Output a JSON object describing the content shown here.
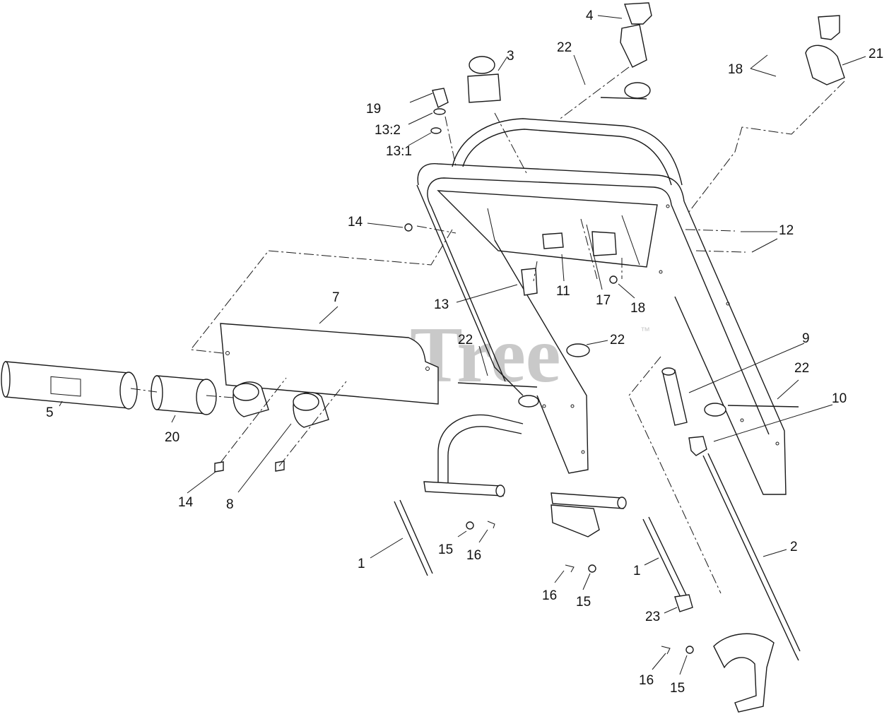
{
  "watermark": {
    "text": "PartsTree",
    "trademark": "™"
  },
  "callouts": [
    {
      "id": "c1",
      "text": "1"
    },
    {
      "id": "c2",
      "text": "1"
    },
    {
      "id": "c3",
      "text": "2"
    },
    {
      "id": "c4",
      "text": "3"
    },
    {
      "id": "c5",
      "text": "4"
    },
    {
      "id": "c6",
      "text": "5"
    },
    {
      "id": "c7",
      "text": "7"
    },
    {
      "id": "c8",
      "text": "8"
    },
    {
      "id": "c9",
      "text": "9"
    },
    {
      "id": "c10",
      "text": "10"
    },
    {
      "id": "c11",
      "text": "11"
    },
    {
      "id": "c12",
      "text": "12"
    },
    {
      "id": "c13",
      "text": "13"
    },
    {
      "id": "c14",
      "text": "13:1"
    },
    {
      "id": "c15",
      "text": "13:2"
    },
    {
      "id": "c16",
      "text": "14"
    },
    {
      "id": "c17",
      "text": "14"
    },
    {
      "id": "c18",
      "text": "15"
    },
    {
      "id": "c19",
      "text": "15"
    },
    {
      "id": "c20",
      "text": "15"
    },
    {
      "id": "c21",
      "text": "16"
    },
    {
      "id": "c22",
      "text": "16"
    },
    {
      "id": "c23",
      "text": "16"
    },
    {
      "id": "c24",
      "text": "17"
    },
    {
      "id": "c25",
      "text": "18"
    },
    {
      "id": "c26",
      "text": "18"
    },
    {
      "id": "c27",
      "text": "19"
    },
    {
      "id": "c28",
      "text": "20"
    },
    {
      "id": "c29",
      "text": "21"
    },
    {
      "id": "c30",
      "text": "22"
    },
    {
      "id": "c31",
      "text": "22"
    },
    {
      "id": "c32",
      "text": "22"
    },
    {
      "id": "c33",
      "text": "22"
    },
    {
      "id": "c34",
      "text": "23"
    }
  ]
}
